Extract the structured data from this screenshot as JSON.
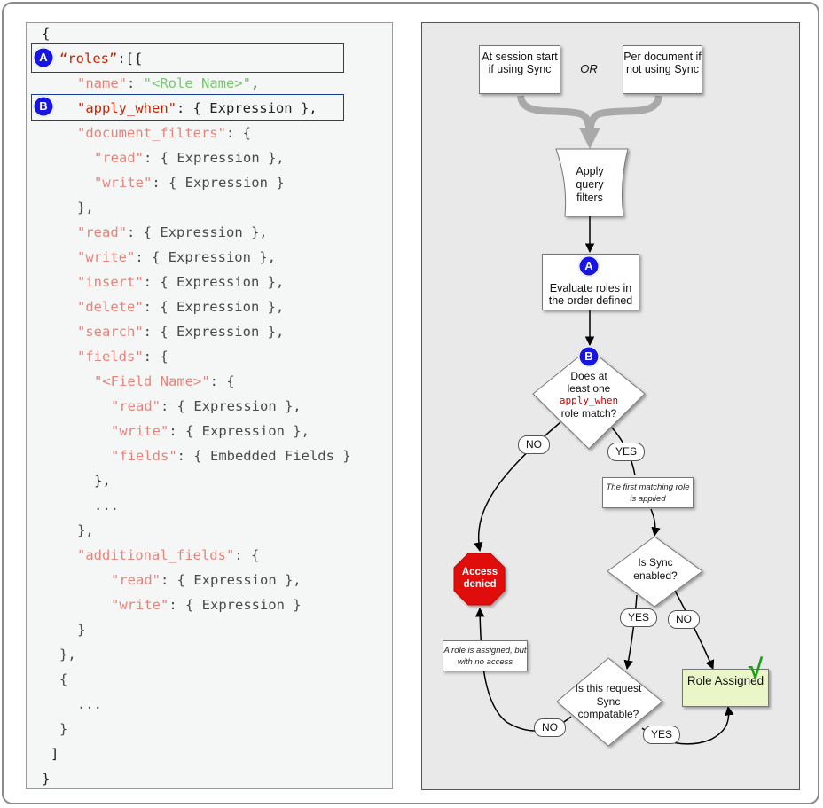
{
  "code": {
    "open_brace": "{",
    "roles_key": "“roles”",
    "roles_suffix": ":[{",
    "name_key": "\"name\"",
    "name_value": "\"<Role Name>\"",
    "apply_when_key": "\"apply_when\"",
    "apply_when_suffix": ": { Expression },",
    "document_filters_key": "\"document_filters\"",
    "document_filters_suffix": ": {",
    "df_read_key": "\"read\"",
    "df_read_suffix": ": { Expression },",
    "df_write_key": "\"write\"",
    "df_write_suffix": ": { Expression }",
    "close_obj_comma_1": "},",
    "read_key": "\"read\"",
    "read_suffix": ": { Expression },",
    "write_key": "\"write\"",
    "write_suffix": ": { Expression },",
    "insert_key": "\"insert\"",
    "insert_suffix": ": { Expression },",
    "delete_key": "\"delete\"",
    "delete_suffix": ": { Expression },",
    "search_key": "\"search\"",
    "search_suffix": ": { Expression },",
    "fields_key": "\"fields\"",
    "fields_suffix": ": {",
    "field_name_key": "\"<Field Name>\"",
    "field_name_suffix": ": {",
    "fn_read_key": "\"read\"",
    "fn_read_suffix": ": { Expression },",
    "fn_write_key": "\"write\"",
    "fn_write_suffix": ": { Expression },",
    "fn_fields_key": "\"fields\"",
    "fn_fields_suffix": ": { Embedded Fields }",
    "close_obj_comma_2": "},",
    "ellipsis_1": "...",
    "close_obj_comma_3": "},",
    "additional_fields_key": "\"additional_fields\"",
    "additional_fields_suffix": ": {",
    "af_read_key": "\"read\"",
    "af_read_suffix": ": { Expression },",
    "af_write_key": "\"write\"",
    "af_write_suffix": ": { Expression }",
    "close_obj_1": "}",
    "close_obj_comma_4": "},",
    "open_obj_2": "{",
    "ellipsis_2": "...",
    "close_obj_2": "}",
    "close_array": "]",
    "close_brace": "}",
    "badge_a": "A",
    "badge_b": "B"
  },
  "flow": {
    "start_sync": "At session start if using Sync",
    "or_label": "OR",
    "per_doc": "Per document if not using Sync",
    "apply_filters": "Apply query filters",
    "badge_a": "A",
    "evaluate_roles": "Evaluate roles in the order defined",
    "badge_b": "B",
    "decision1_line1": "Does at",
    "decision1_line2": "least one",
    "decision1_code": "apply_when",
    "decision1_line4": "role match?",
    "no_1": "NO",
    "yes_1": "YES",
    "first_match_note": "The first matching role is applied",
    "decision2": "Is Sync enabled?",
    "access_denied": "Access denied",
    "yes_2": "YES",
    "no_2": "NO",
    "assigned_no_access_note": "A role is assigned, but with no access",
    "decision3": "Is this request Sync compatable?",
    "role_assigned": "Role Assigned",
    "checkmark": "√",
    "no_3": "NO",
    "yes_3": "YES",
    "colors": {
      "badge_blue": "#1616e0",
      "stop_red": "#e01010",
      "assigned_green": "#eaf5c8",
      "check_green": "#18a018",
      "highlight_border": "#1a3da0"
    }
  }
}
